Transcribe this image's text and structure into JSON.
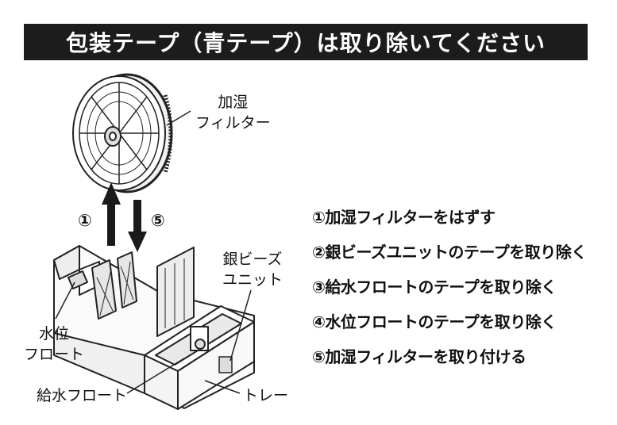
{
  "title": "包装テープ（青テープ）は取り除いてください",
  "labels": {
    "filter": [
      "加湿",
      "フィルター"
    ],
    "beads": [
      "銀ビーズ",
      "ユニット"
    ],
    "level_float": [
      "水位",
      "フロート"
    ],
    "supply_float": "給水フロート",
    "tray": "トレー",
    "arrow_up": "①",
    "arrow_down": "⑤"
  },
  "steps": [
    "①加湿フィルターをはずす",
    "②銀ビーズユニットのテープを取り除く",
    "③給水フロートのテープを取り除く",
    "④水位フロートのテープを取り除く",
    "⑤加湿フィルターを取り付ける"
  ]
}
